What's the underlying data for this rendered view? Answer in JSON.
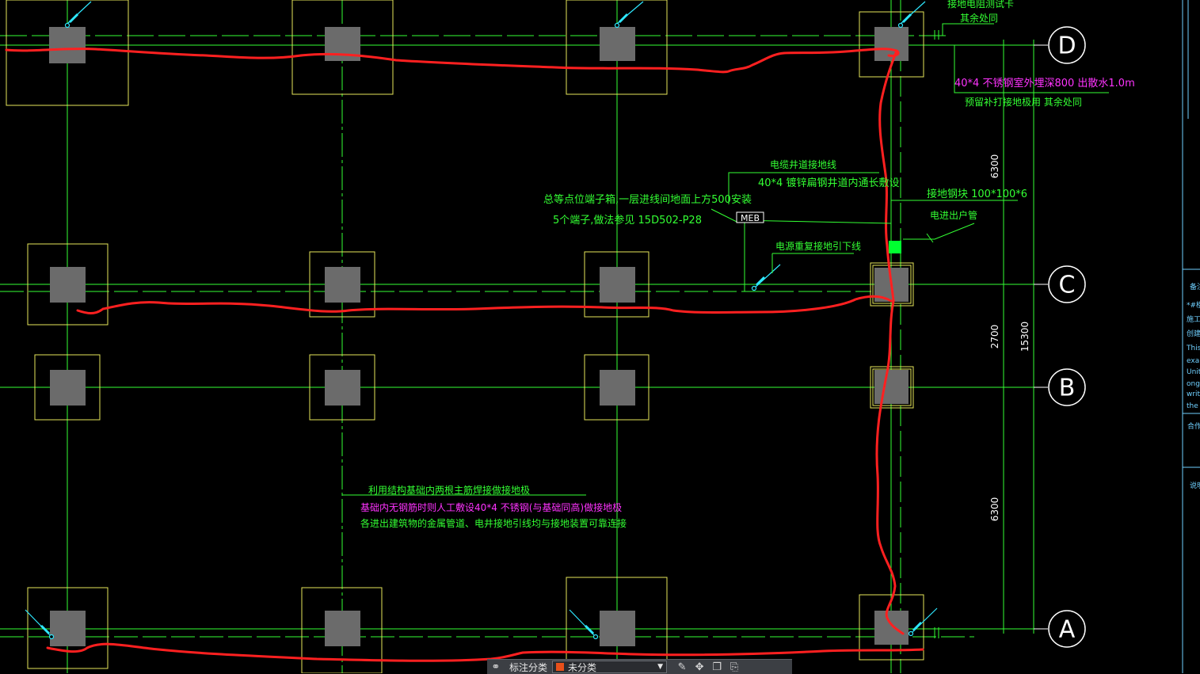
{
  "drawing": {
    "axes": {
      "A": "A",
      "B": "B",
      "C": "C",
      "D": "D"
    },
    "dimensions": {
      "d1": "6300",
      "d2": "2700",
      "d3": "6300",
      "total": "15300"
    },
    "annotations": {
      "test_point_line1": "接地电阻测试卡",
      "test_point_line2": "其余处同",
      "stainless_line1": "40*4 不锈钢室外埋深800 出散水1.0m",
      "stainless_line2": "预留补打接地极用 其余处同",
      "cable_well_line1": "电缆井道接地线",
      "cable_well_line2": "40*4 镀锌扁钢井道内通长敷设",
      "meb_line1": "总等点位端子箱,一层进线间地面上方500安装",
      "meb_line2": "5个端子,做法参见 15D502-P28",
      "meb_tag": "MEB",
      "steel_plate": "接地钢块 100*100*6",
      "power_pipe": "电进出户管",
      "power_downlead": "电源重复接地引下线",
      "found_line1": "利用结构基础内两根主筋焊接做接地极",
      "found_line2": "基础内无钢筋时则人工敷设40*4 不锈钢(与基础同高)做接地极",
      "found_line3": "各进出建筑物的金属管道、电井接地引线均与接地装置可靠连接"
    },
    "side_panel": {
      "title": "备注",
      "line1": "*#楼",
      "line2": "施工",
      "line3": "创建",
      "line4": "This",
      "line5": "exan",
      "line6": "Unit",
      "line7": "ong",
      "line8": "writ",
      "line9": "the",
      "sec2": "合作",
      "sec3": "说明"
    }
  },
  "toolbar": {
    "label": "标注分类",
    "select_value": "未分类",
    "select_color": "#e8501a"
  },
  "colors": {
    "grid": "#33ff33",
    "footing_outline": "#e6e65a",
    "column": "#6b6b6b",
    "ground_line": "#ff2020",
    "magenta": "#ff33ff",
    "cyan_marker": "#2ee8ff"
  }
}
